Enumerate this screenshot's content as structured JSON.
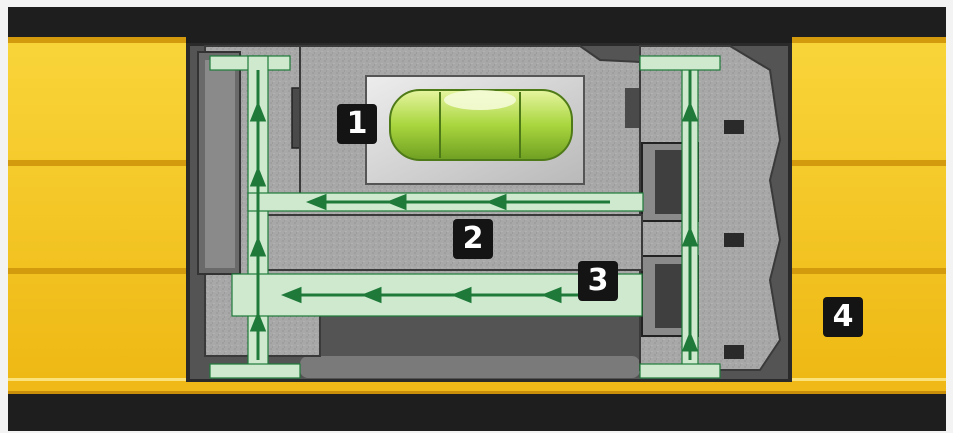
{
  "colors": {
    "yellow": "#f6c91c",
    "yellow_dark": "#d29a0c",
    "casing_dark": "#1e1e1e",
    "metal_gray": "#a9a9a9",
    "metal_dark": "#5b5b5b",
    "fluid_green": "#cfe9cf",
    "arrow_green": "#1f7a3a",
    "vial_green": "#b4dc50",
    "badge_bg": "#141414",
    "badge_text": "#ffffff"
  },
  "callouts": [
    {
      "id": "1",
      "label": "1"
    },
    {
      "id": "2",
      "label": "2"
    },
    {
      "id": "3",
      "label": "3"
    },
    {
      "id": "4",
      "label": "4"
    }
  ]
}
